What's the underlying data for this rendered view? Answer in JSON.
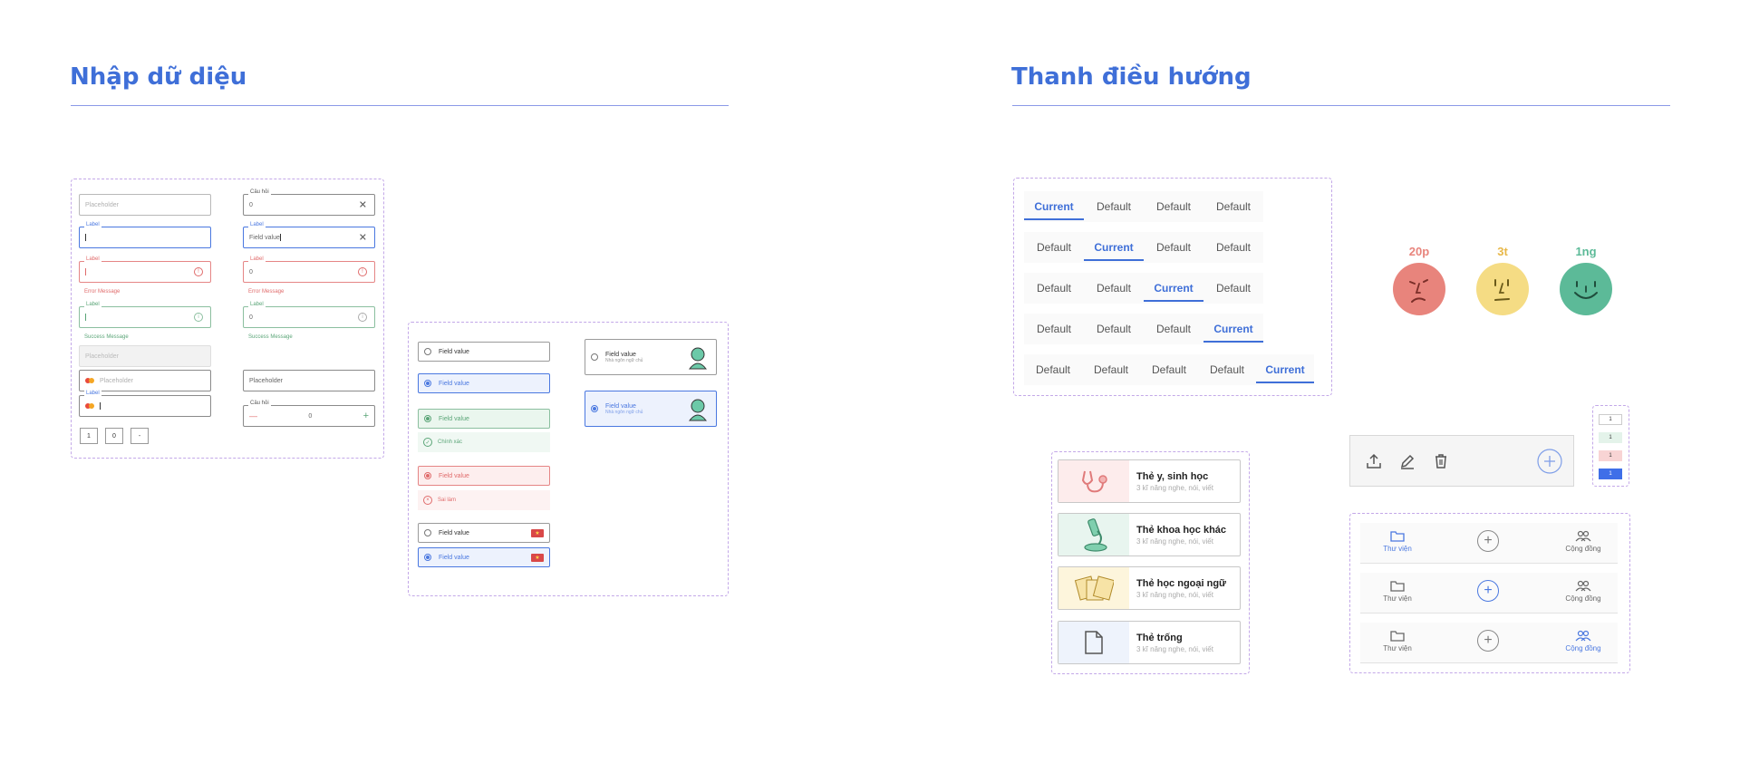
{
  "sections": {
    "input_title": "Nhập dữ diệu",
    "nav_title": "Thanh điều hướng"
  },
  "colors": {
    "accent": "#3f6fd8",
    "error": "#e06b6b",
    "success": "#5aa577",
    "dash": "#c3a8e8"
  },
  "inputs": {
    "placeholder": "Placeholder",
    "label": "Label",
    "question_label": "Câu hỏi",
    "zero": "0",
    "field_value": "Field value",
    "error_message": "Error Message",
    "success_message": "Success Message",
    "number_box_1": "1",
    "number_box_2": "0",
    "number_box_3": "-",
    "stepper_minus": "—",
    "stepper_plus": "+"
  },
  "radios": {
    "field_value": "Field value",
    "correct": "Chính xác",
    "wrong": "Sai làm",
    "subtext": "Nhà ngôn ngữ chủ"
  },
  "tabs": {
    "current": "Current",
    "default": "Default"
  },
  "faces": [
    {
      "label": "20p",
      "color": "#e8847c"
    },
    {
      "label": "3t",
      "color": "#f5dc84"
    },
    {
      "label": "1ng",
      "color": "#5cba98"
    }
  ],
  "cards": [
    {
      "title": "Thẻ y, sinh học",
      "sub": "3 kĩ năng nghe, nói, viết"
    },
    {
      "title": "Thẻ khoa học khác",
      "sub": "3 kĩ năng nghe, nói, viết"
    },
    {
      "title": "Thẻ học ngoại ngữ",
      "sub": "3 kĩ năng nghe, nói, viết"
    },
    {
      "title": "Thẻ  trống",
      "sub": "3 kĩ năng nghe, nói, viết"
    }
  ],
  "pagination": [
    "1",
    "1",
    "1",
    "1"
  ],
  "bottom_nav": {
    "library": "Thư viện",
    "community": "Cộng đồng"
  }
}
